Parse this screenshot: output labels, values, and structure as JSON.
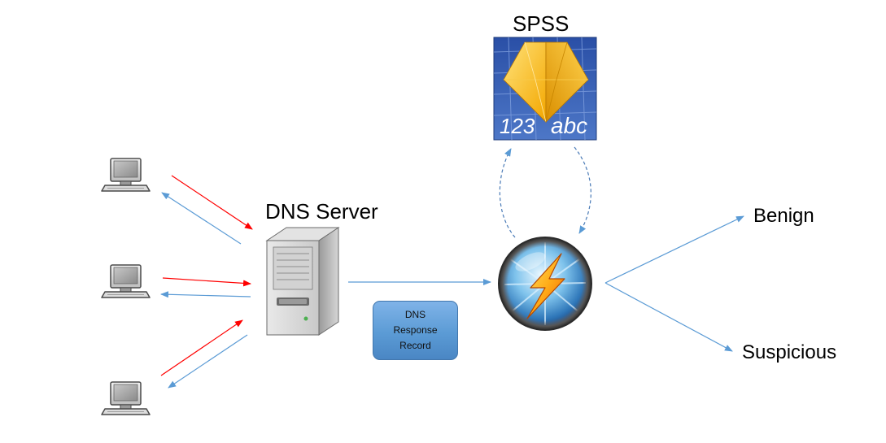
{
  "diagram": {
    "labels": {
      "spss": "SPSS",
      "dns_server": "DNS Server",
      "benign": "Benign",
      "suspicious": "Suspicious"
    },
    "record_box": {
      "line1": "DNS",
      "line2": "Response",
      "line3": "Record"
    },
    "spss_logo": {
      "number_text": "123",
      "letters_text": "abc"
    }
  },
  "colors": {
    "request_arrow": "#ff0000",
    "response_arrow": "#5b9bd5",
    "box_fill": "#5b9bd5",
    "logo_bg": "#2d56a8",
    "diamond": "#f5b800"
  },
  "icons": [
    "computer-icon",
    "server-icon",
    "spss-logo-icon",
    "analysis-engine-icon"
  ]
}
